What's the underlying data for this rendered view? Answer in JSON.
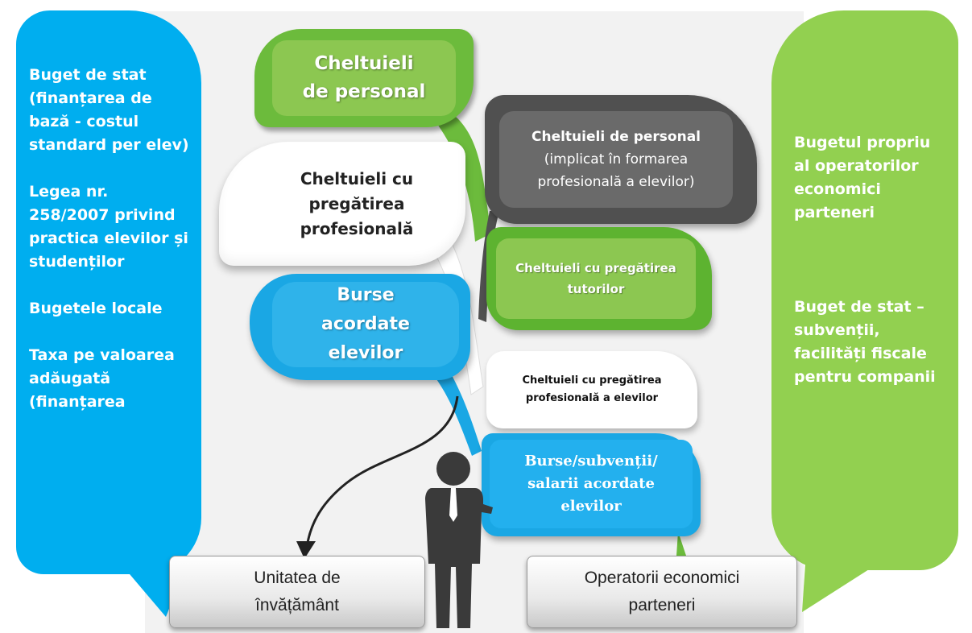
{
  "left_panel": {
    "lines": [
      "Buget de stat (finanțarea de bază - costul standard per elev)",
      "Legea nr. 258/2007 privind practica elevilor și studenților",
      "Bugetele locale",
      "Taxa pe valoarea adăugată (finanțarea"
    ],
    "color": "#00aeef"
  },
  "right_panel": {
    "lines": [
      "Bugetul propriu al operatorilor economici parteneri",
      "Buget de stat – subvenții, facilități fiscale pentru companii"
    ],
    "color": "#92d050"
  },
  "school_bubbles": {
    "personnel": "Cheltuieli de personal",
    "training": "Cheltuieli cu pregătirea profesională",
    "scholarships": "Burse acordate elevilor"
  },
  "company_bubbles": {
    "personnel_title": "Cheltuieli de personal",
    "personnel_detail": "(implicat în formarea profesională a elevilor)",
    "tutors": "Cheltuieli cu pregătirea tutorilor",
    "training": "Cheltuieli cu pregătirea profesională a elevilor",
    "scholarships": "Burse/subvenții/ salarii acordate elevilor"
  },
  "bases": {
    "school": "Unitatea de învățământ",
    "companies": "Operatorii economici parteneri"
  }
}
